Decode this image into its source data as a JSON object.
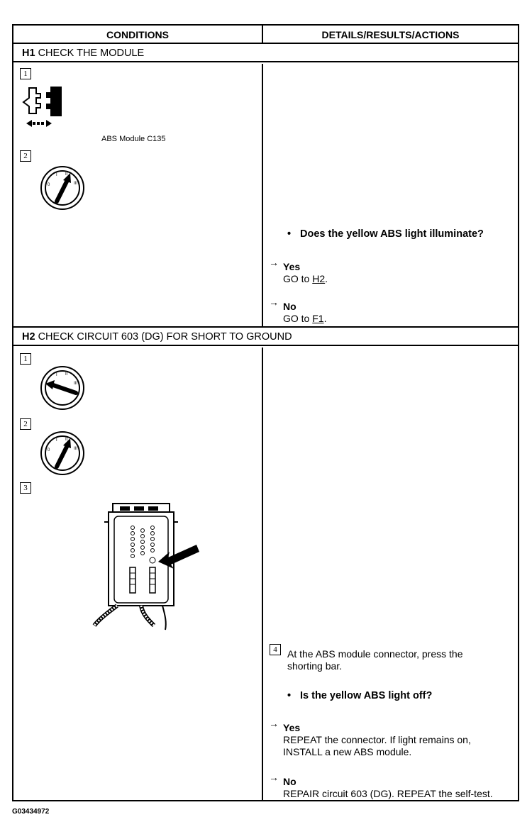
{
  "header": {
    "conditions": "CONDITIONS",
    "details": "DETAILS/RESULTS/ACTIONS"
  },
  "h1": {
    "code": "H1",
    "title": "CHECK THE MODULE",
    "step1": "1",
    "step2": "2",
    "module_label": "ABS Module C135",
    "question": "Does the yellow ABS light illuminate?",
    "yes_label": "Yes",
    "yes_prefix": "GO to",
    "yes_link": "H2",
    "no_label": "No",
    "no_prefix": "GO to",
    "no_link": "F1",
    "arrow": "→",
    "bullet": "•",
    "period": "."
  },
  "h2": {
    "code": "H2",
    "title": "CHECK CIRCUIT 603 (DG) FOR SHORT TO GROUND",
    "step1": "1",
    "step2": "2",
    "step3": "3",
    "step4": "4",
    "step4_text_line1": "At the ABS module connector, press the",
    "step4_text_line2": "shorting bar.",
    "question": "Is the yellow ABS light off?",
    "yes_label": "Yes",
    "yes_line1": "REPEAT the connector. If light remains on,",
    "yes_line2": "INSTALL a new ABS module.",
    "no_label": "No",
    "no_line1": "REPAIR circuit 603 (DG). REPEAT the self-test.",
    "arrow": "→",
    "bullet": "•"
  },
  "footer": {
    "code": "G03434972"
  }
}
